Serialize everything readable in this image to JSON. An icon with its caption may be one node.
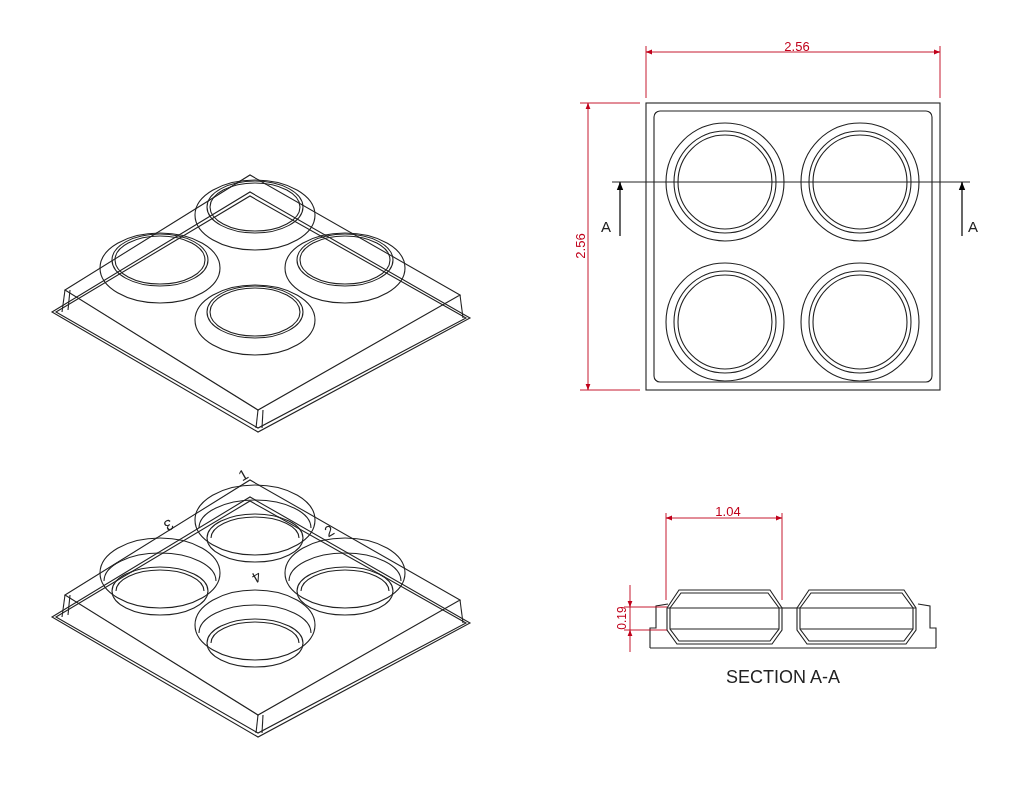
{
  "diagram": {
    "labels": [
      "2.56",
      "2.56",
      "A",
      "A",
      "1",
      "3",
      "2",
      "1.04",
      "4",
      "0.19",
      "SECTION A-A"
    ]
  }
}
